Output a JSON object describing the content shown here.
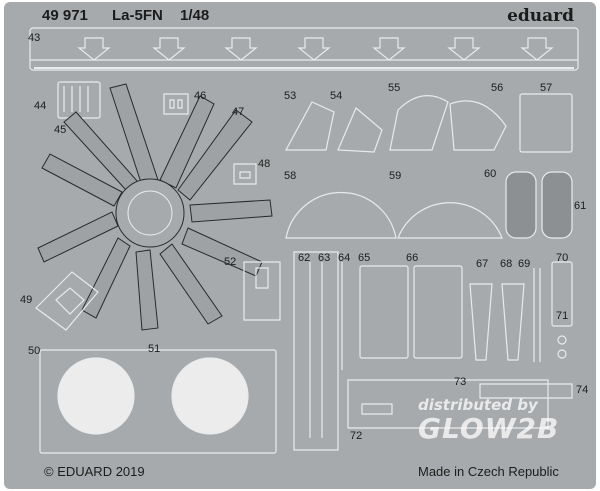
{
  "header": {
    "code": "49 971",
    "title": "La-5FN",
    "scale": "1/48",
    "brand": "eduard"
  },
  "footer": {
    "copyright": "© EDUARD 2019",
    "origin": "Made in Czech Republic"
  },
  "watermark": {
    "line1": "distributed by",
    "line2": "GLOW2B"
  },
  "parts": [
    "43",
    "44",
    "45",
    "46",
    "47",
    "48",
    "49",
    "50",
    "51",
    "52",
    "53",
    "54",
    "55",
    "56",
    "57",
    "58",
    "59",
    "60",
    "61",
    "62",
    "63",
    "64",
    "65",
    "66",
    "67",
    "68",
    "69",
    "70",
    "71",
    "72",
    "73",
    "74"
  ],
  "colors": {
    "fret": "#a7aaac",
    "part_fill": "#9a9d9f",
    "outline": "#e8eaeb",
    "etch_line": "#2a2a2a",
    "text": "#1c1c1c"
  }
}
